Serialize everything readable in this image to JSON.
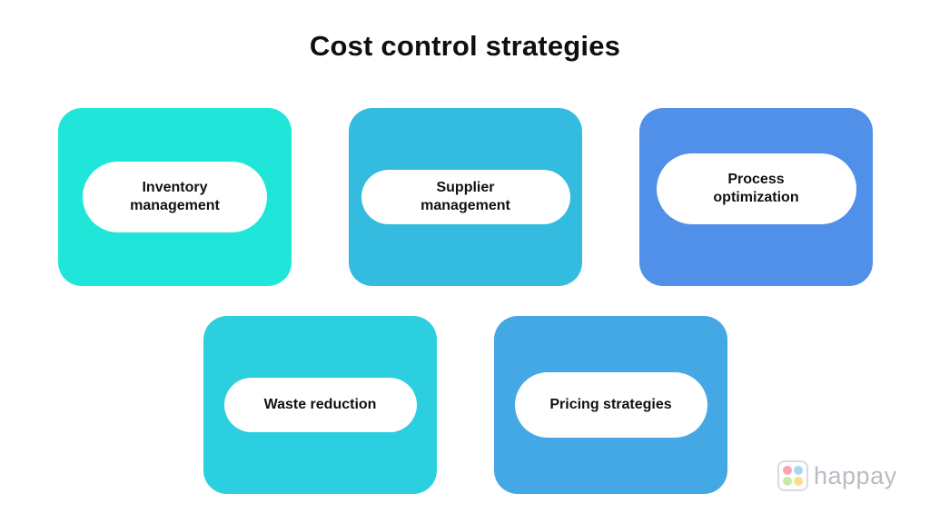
{
  "title": "Cost control strategies",
  "cards": [
    {
      "lines": [
        "Inventory",
        "management"
      ],
      "color": "#1fe6d8"
    },
    {
      "lines": [
        "Supplier",
        "management"
      ],
      "color": "#33bbe0"
    },
    {
      "lines": [
        "Process",
        "optimization"
      ],
      "color": "#5090e8"
    },
    {
      "lines": [
        "Waste reduction"
      ],
      "color": "#2ccfdf"
    },
    {
      "lines": [
        "Pricing strategies"
      ],
      "color": "#44a8e4"
    }
  ],
  "logo": {
    "text": "happay",
    "mark_colors": [
      "#f6a5b5",
      "#a9d8f3",
      "#c4ed9f",
      "#f9dd8f"
    ],
    "text_color": "#b9bcc4"
  }
}
